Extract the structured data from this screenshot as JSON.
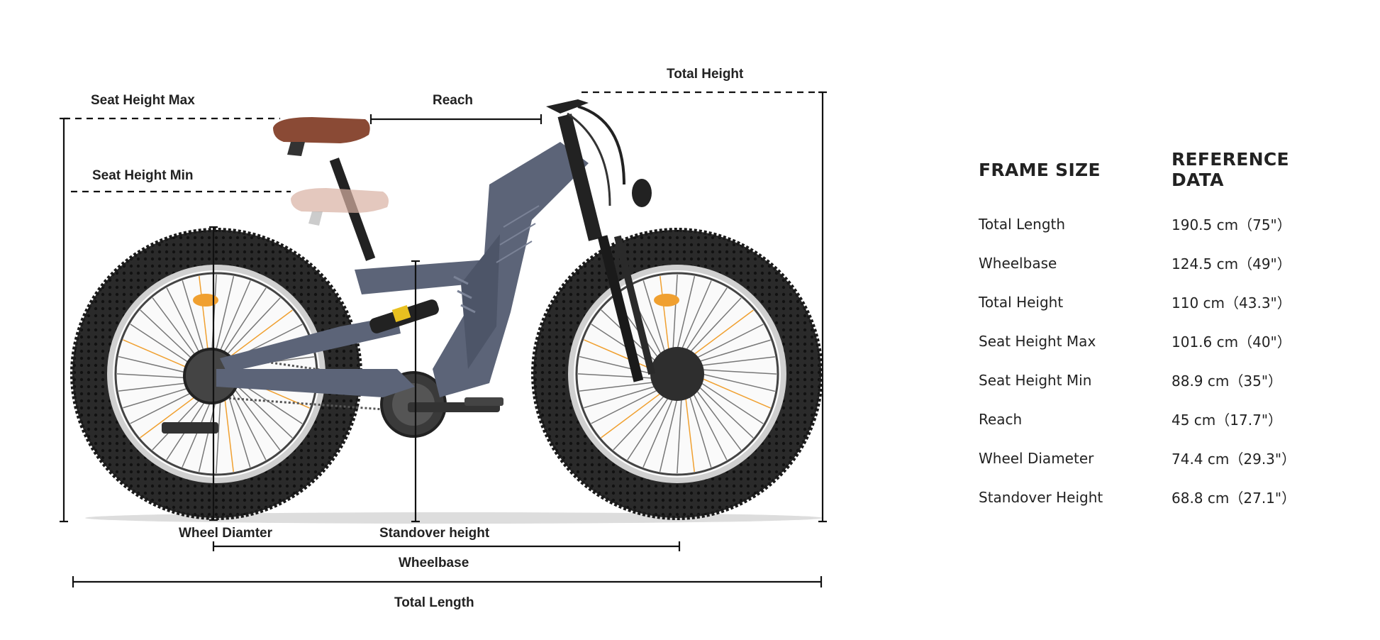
{
  "labels": {
    "seat_height_max": "Seat Height Max",
    "seat_height_min": "Seat Height Min",
    "reach": "Reach",
    "total_height": "Total Height",
    "wheel_diameter": "Wheel Diamter",
    "standover_height": "Standover height",
    "wheelbase": "Wheelbase",
    "total_length": "Total Length"
  },
  "bike": {
    "frame_color": "#5c6478",
    "tire_color": "#2a2a2a",
    "saddle_color": "#8a4a35",
    "spoke_accent": "#f0a030"
  },
  "table": {
    "header_frame": "FRAME SIZE",
    "header_ref": "REFERENCE DATA",
    "rows": [
      {
        "name": "Total Length",
        "value": "190.5 cm（75\"）"
      },
      {
        "name": "Wheelbase",
        "value": "124.5 cm（49\"）"
      },
      {
        "name": "Total Height",
        "value": "110 cm（43.3\"）"
      },
      {
        "name": "Seat Height Max",
        "value": "101.6 cm（40\"）"
      },
      {
        "name": "Seat Height Min",
        "value": "88.9 cm（35\"）"
      },
      {
        "name": "Reach",
        "value": "45 cm（17.7\"）"
      },
      {
        "name": "Wheel Diameter",
        "value": "74.4 cm（29.3\"）"
      },
      {
        "name": "Standover Height",
        "value": "68.8 cm（27.1\"）"
      }
    ]
  }
}
